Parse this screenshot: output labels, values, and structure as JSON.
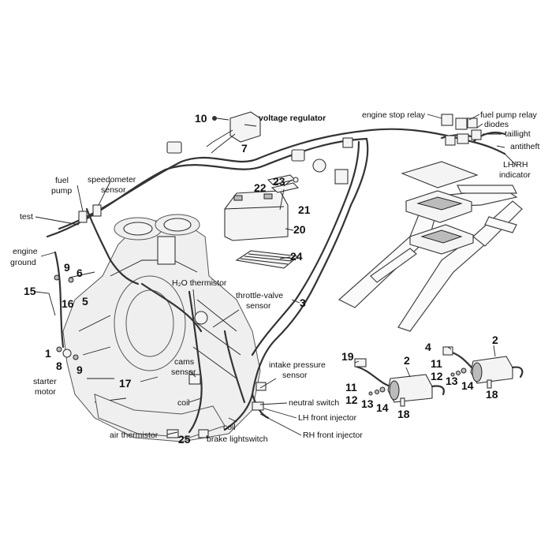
{
  "labels": {
    "voltage_regulator": "voltage regulator",
    "engine_stop_relay": "engine stop relay",
    "fuel_pump_relay": "fuel pump relay",
    "diodes": "diodes",
    "taillight": "taillight",
    "antitheft": "antitheft",
    "lh_rh_indicator_1": "LH/RH",
    "lh_rh_indicator_2": "indicator",
    "fuel_pump_1": "fuel",
    "fuel_pump_2": "pump",
    "speedometer_sensor_1": "speedometer",
    "speedometer_sensor_2": "sensor",
    "test": "test",
    "engine_ground_1": "engine",
    "engine_ground_2": "ground",
    "h2o_thermistor": "H₂O thermistor",
    "throttle_valve_sensor_1": "throttle-valve",
    "throttle_valve_sensor_2": "sensor",
    "cams_sensor_1": "cams",
    "cams_sensor_2": "sensor",
    "intake_pressure_sensor_1": "intake pressure",
    "intake_pressure_sensor_2": "sensor",
    "neutral_switch": "neutral switch",
    "lh_front_injector": "LH front injector",
    "rh_front_injector": "RH front injector",
    "starter_motor_1": "starter",
    "starter_motor_2": "motor",
    "coil_1": "coil",
    "coil_2": "coil",
    "air_thermistor": "air thermistor",
    "brake_lightswitch": "brake lightswitch"
  },
  "callouts": {
    "n10": "10",
    "n7": "7",
    "n23": "23",
    "n22": "22",
    "n21": "21",
    "n20": "20",
    "n24": "24",
    "n3": "3",
    "n15": "15",
    "n9a": "9",
    "n6": "6",
    "n16": "16",
    "n5": "5",
    "n1": "1",
    "n8": "8",
    "n9b": "9",
    "n17": "17",
    "n25": "25",
    "n19": "19",
    "n2a": "2",
    "n11a": "11",
    "n12a": "12",
    "n13a": "13",
    "n14a": "14",
    "n18a": "18",
    "n4": "4",
    "n2b": "2",
    "n11b": "11",
    "n12b": "12",
    "n13b": "13",
    "n14b": "14",
    "n18b": "18"
  }
}
